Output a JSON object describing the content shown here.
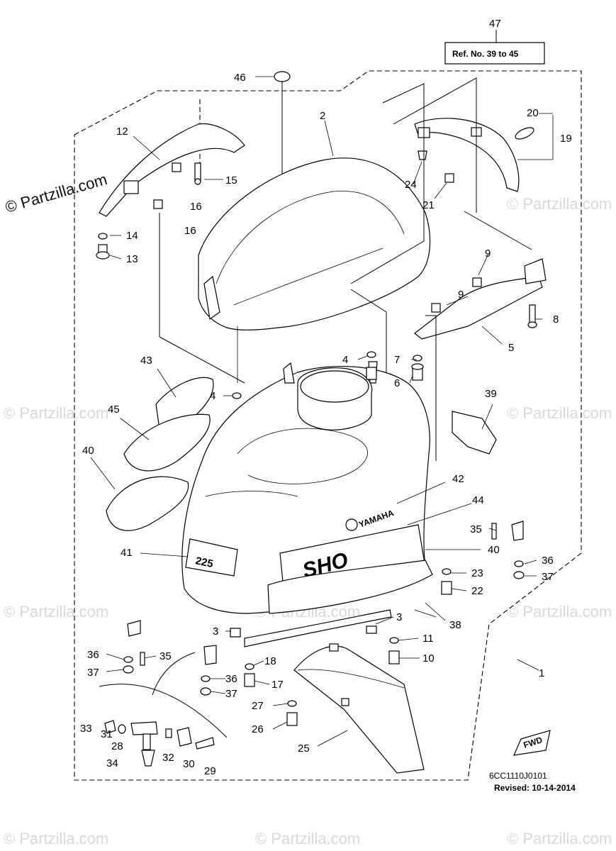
{
  "watermark": {
    "main": "© Partzilla.com",
    "faint": "© Partzilla.com"
  },
  "reference_box": {
    "number": "47",
    "text": "Ref. No. 39 to 45"
  },
  "footer": {
    "code": "6CC1110J0101",
    "revised": "Revised: 10-14-2014"
  },
  "fwd_label": "FWD",
  "decal_text": {
    "brand": "YAMAHA",
    "model": "225",
    "logo": "SHO"
  },
  "callouts": {
    "c1": "1",
    "c2": "2",
    "c3a": "3",
    "c3b": "3",
    "c4a": "4",
    "c4b": "4",
    "c5": "5",
    "c6": "6",
    "c7": "7",
    "c8": "8",
    "c9a": "9",
    "c9b": "9",
    "c10": "10",
    "c11": "11",
    "c12": "12",
    "c13": "13",
    "c14": "14",
    "c15": "15",
    "c16a": "16",
    "c16b": "16",
    "c17": "17",
    "c18": "18",
    "c19": "19",
    "c20": "20",
    "c21": "21",
    "c22": "22",
    "c23": "23",
    "c24": "24",
    "c25": "25",
    "c26": "26",
    "c27": "27",
    "c28": "28",
    "c29": "29",
    "c30": "30",
    "c31": "31",
    "c32": "32",
    "c33": "33",
    "c34": "34",
    "c35a": "35",
    "c35b": "35",
    "c36a": "36",
    "c36b": "36",
    "c36c": "36",
    "c37a": "37",
    "c37b": "37",
    "c37c": "37",
    "c38": "38",
    "c39": "39",
    "c40a": "40",
    "c40b": "40",
    "c41": "41",
    "c42": "42",
    "c43": "43",
    "c44": "44",
    "c45": "45",
    "c46": "46"
  }
}
